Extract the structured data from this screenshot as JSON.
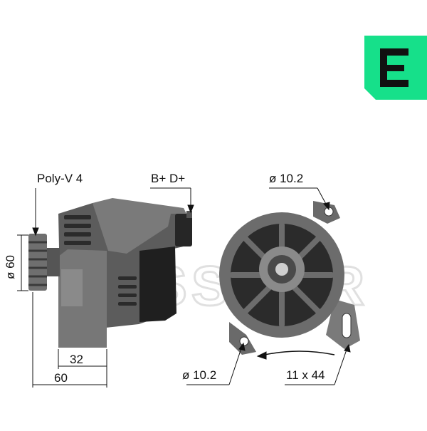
{
  "brand": {
    "logo_color": "#16e08a",
    "logo_letter": "E",
    "watermark_text": "MESSMER",
    "watermark_color": "#dcdcdc"
  },
  "product": {
    "type": "alternator",
    "body_color": "#6b6b6b",
    "dark_color": "#2a2a2a"
  },
  "labels": {
    "pulley": "Poly-V 4",
    "terminals": "B+ D+",
    "diameter_side": "ø 60",
    "length_inner": "32",
    "length_total": "60",
    "hole_top": "ø 10.2",
    "hole_bottom": "ø 10.2",
    "mount_spacing": "11 x 44"
  }
}
